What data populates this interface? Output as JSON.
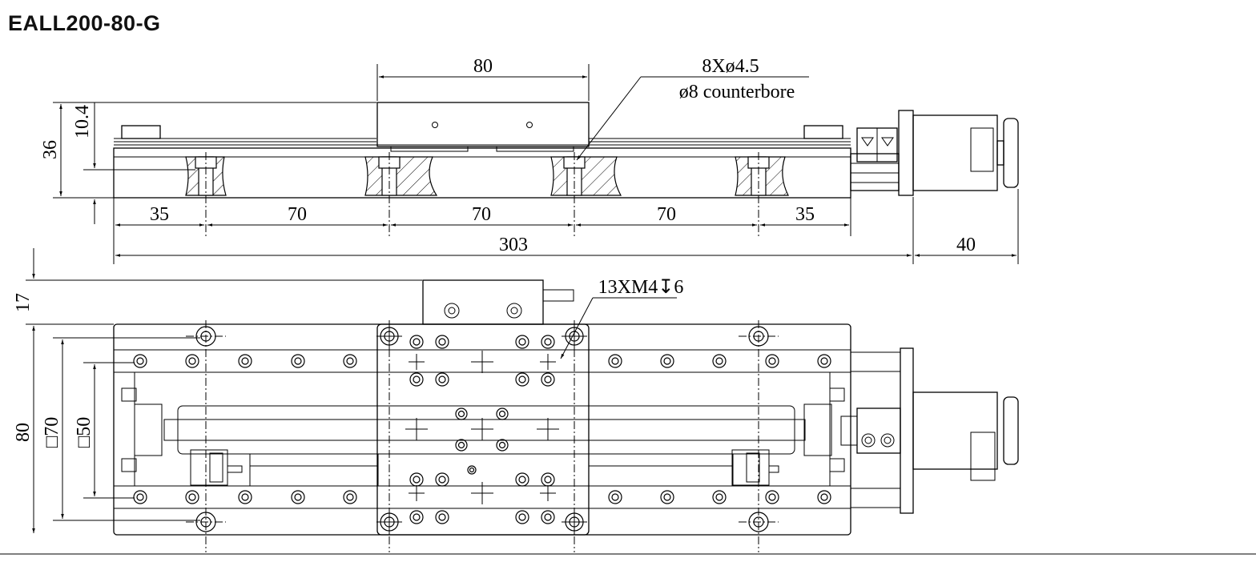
{
  "title": "EALL200-80-G",
  "colors": {
    "line": "#000000",
    "background": "#ffffff"
  },
  "dimensions": {
    "carriage_width": "80",
    "hole_note_line1": "8Xø4.5",
    "hole_note_line2": "ø8 counterbore",
    "height_total": "36",
    "height_top": "10.4",
    "spacing_end_left": "35",
    "spacing_1": "70",
    "spacing_2": "70",
    "spacing_3": "70",
    "spacing_end_right": "35",
    "length_total": "303",
    "motor_length": "40",
    "tapped_note": "13XM4↧6",
    "offset_top": "17",
    "width_total": "80",
    "square_70": "□70",
    "square_50": "□50"
  }
}
